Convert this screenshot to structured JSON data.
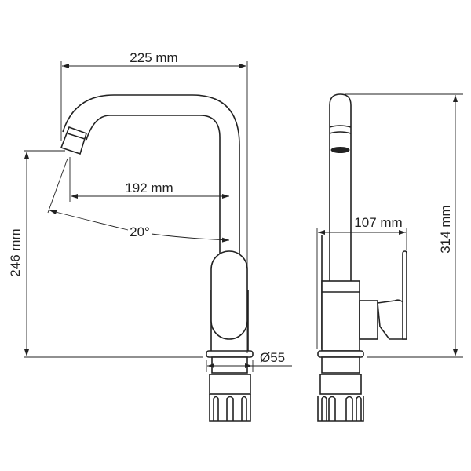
{
  "dimensions": {
    "total_reach": "225 mm",
    "spout_reach": "192 mm",
    "swivel_angle": "20°",
    "spout_height": "246 mm",
    "base_diameter": "Ø55",
    "handle_depth": "107 mm",
    "total_height": "314 mm"
  },
  "colors": {
    "line": "#222222",
    "background": "#ffffff"
  }
}
